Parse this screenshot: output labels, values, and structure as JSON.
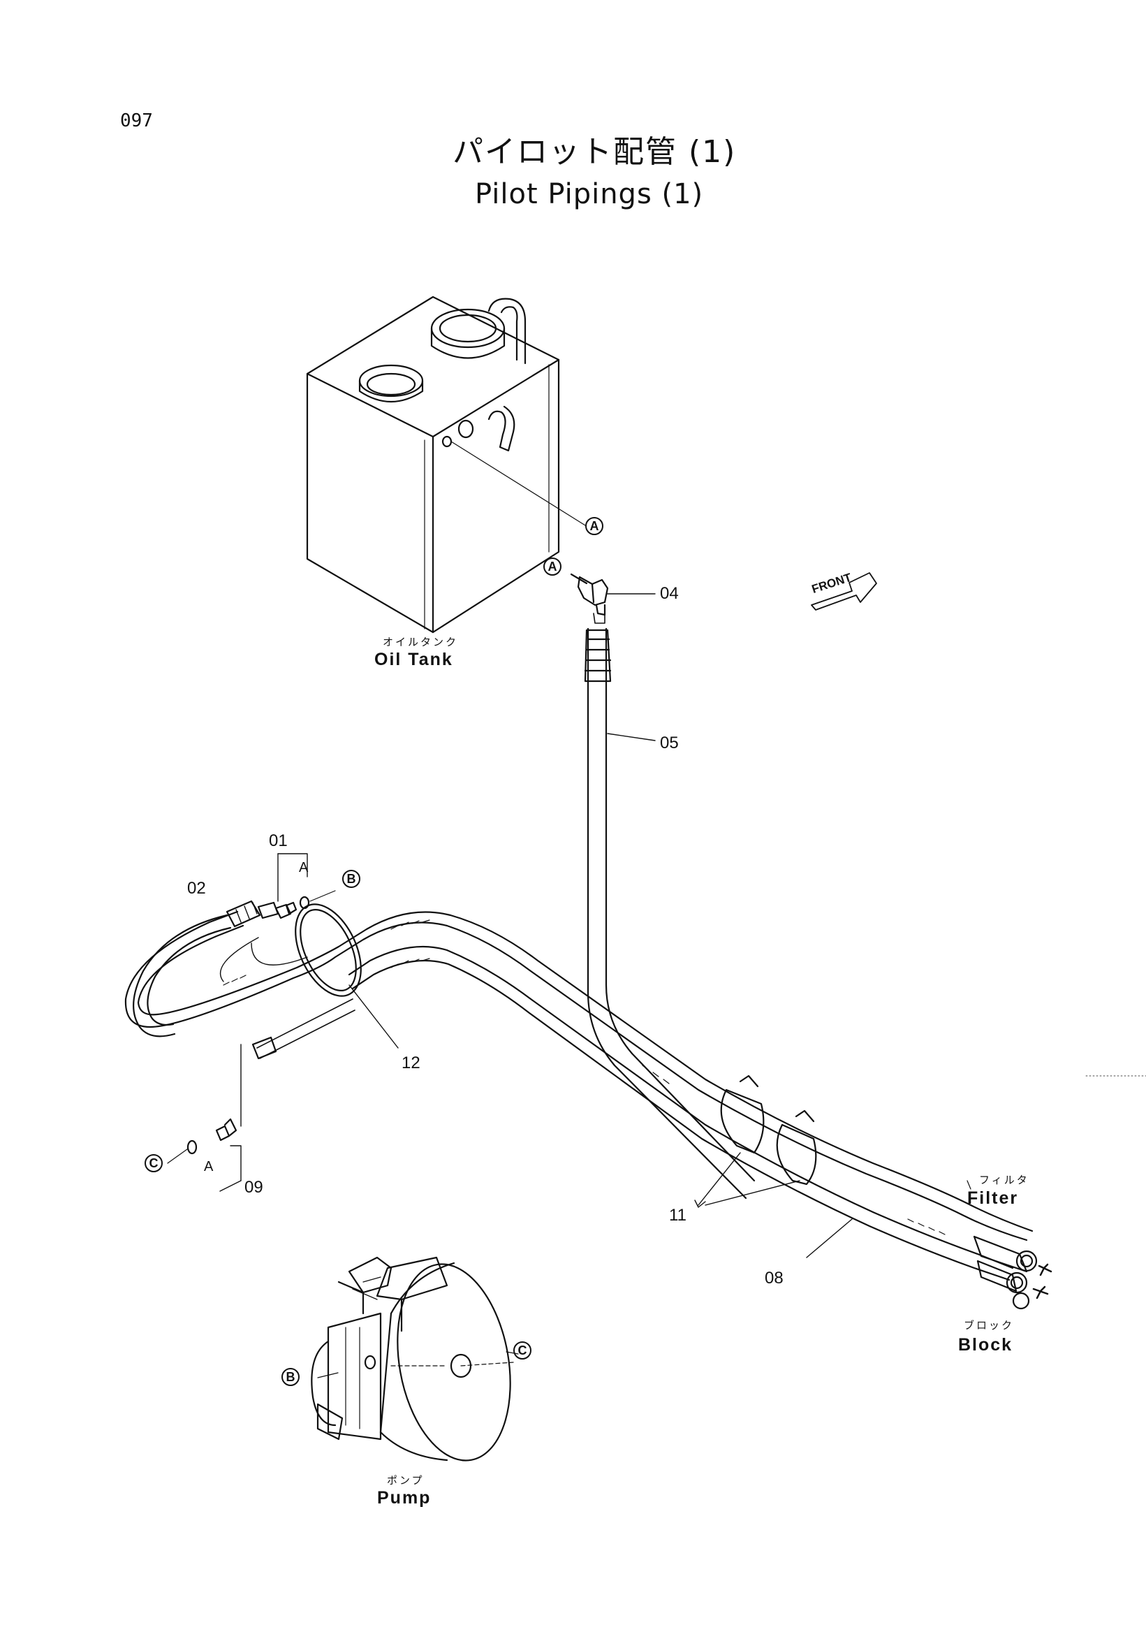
{
  "page_number": "097",
  "title": {
    "ja": "パイロット配管 (1)",
    "en": "Pilot Pipings (1)"
  },
  "components": {
    "oil_tank": {
      "ja": "オイルタンク",
      "en": "Oil Tank"
    },
    "filter": {
      "ja": "フィルタ",
      "en": "Filter"
    },
    "block": {
      "ja": "ブロック",
      "en": "Block"
    },
    "pump": {
      "ja": "ポンプ",
      "en": "Pump"
    }
  },
  "front_label": "FRONT",
  "part_numbers": {
    "p01": "01",
    "p02": "02",
    "p04": "04",
    "p05": "05",
    "p08": "08",
    "p09": "09",
    "p11": "11",
    "p12": "12"
  },
  "sub_labels": {
    "a1": "A",
    "a2": "A"
  },
  "connection_markers": {
    "tank_a": "A",
    "fitting_a": "A",
    "hose_b": "B",
    "pump_b": "B",
    "hose_c": "C",
    "pump_c": "C"
  }
}
